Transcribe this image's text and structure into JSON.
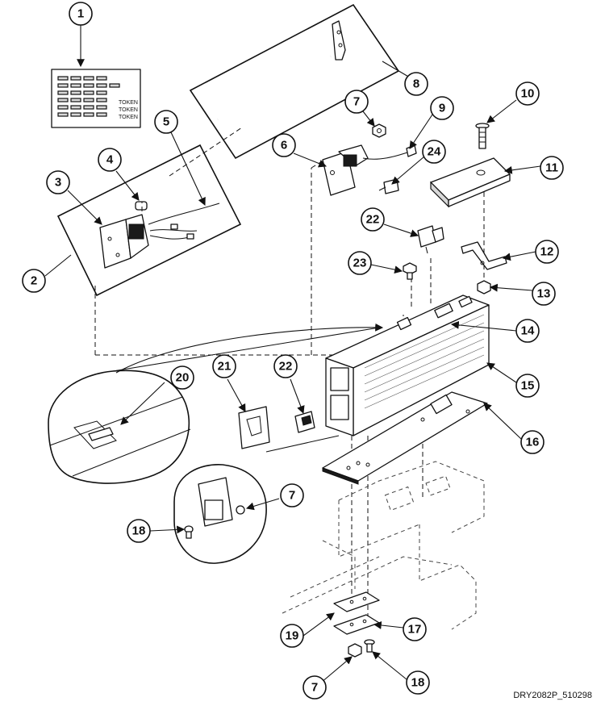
{
  "callouts": [
    "1",
    "2",
    "3",
    "4",
    "5",
    "6",
    "7",
    "8",
    "9",
    "10",
    "11",
    "12",
    "13",
    "14",
    "15",
    "16",
    "17",
    "18",
    "19",
    "20",
    "21",
    "22",
    "23",
    "24"
  ],
  "label_tokens": [
    "TOKEN",
    "TOKEN",
    "TOKEN"
  ],
  "reference_code": "DRY2082P_510298"
}
